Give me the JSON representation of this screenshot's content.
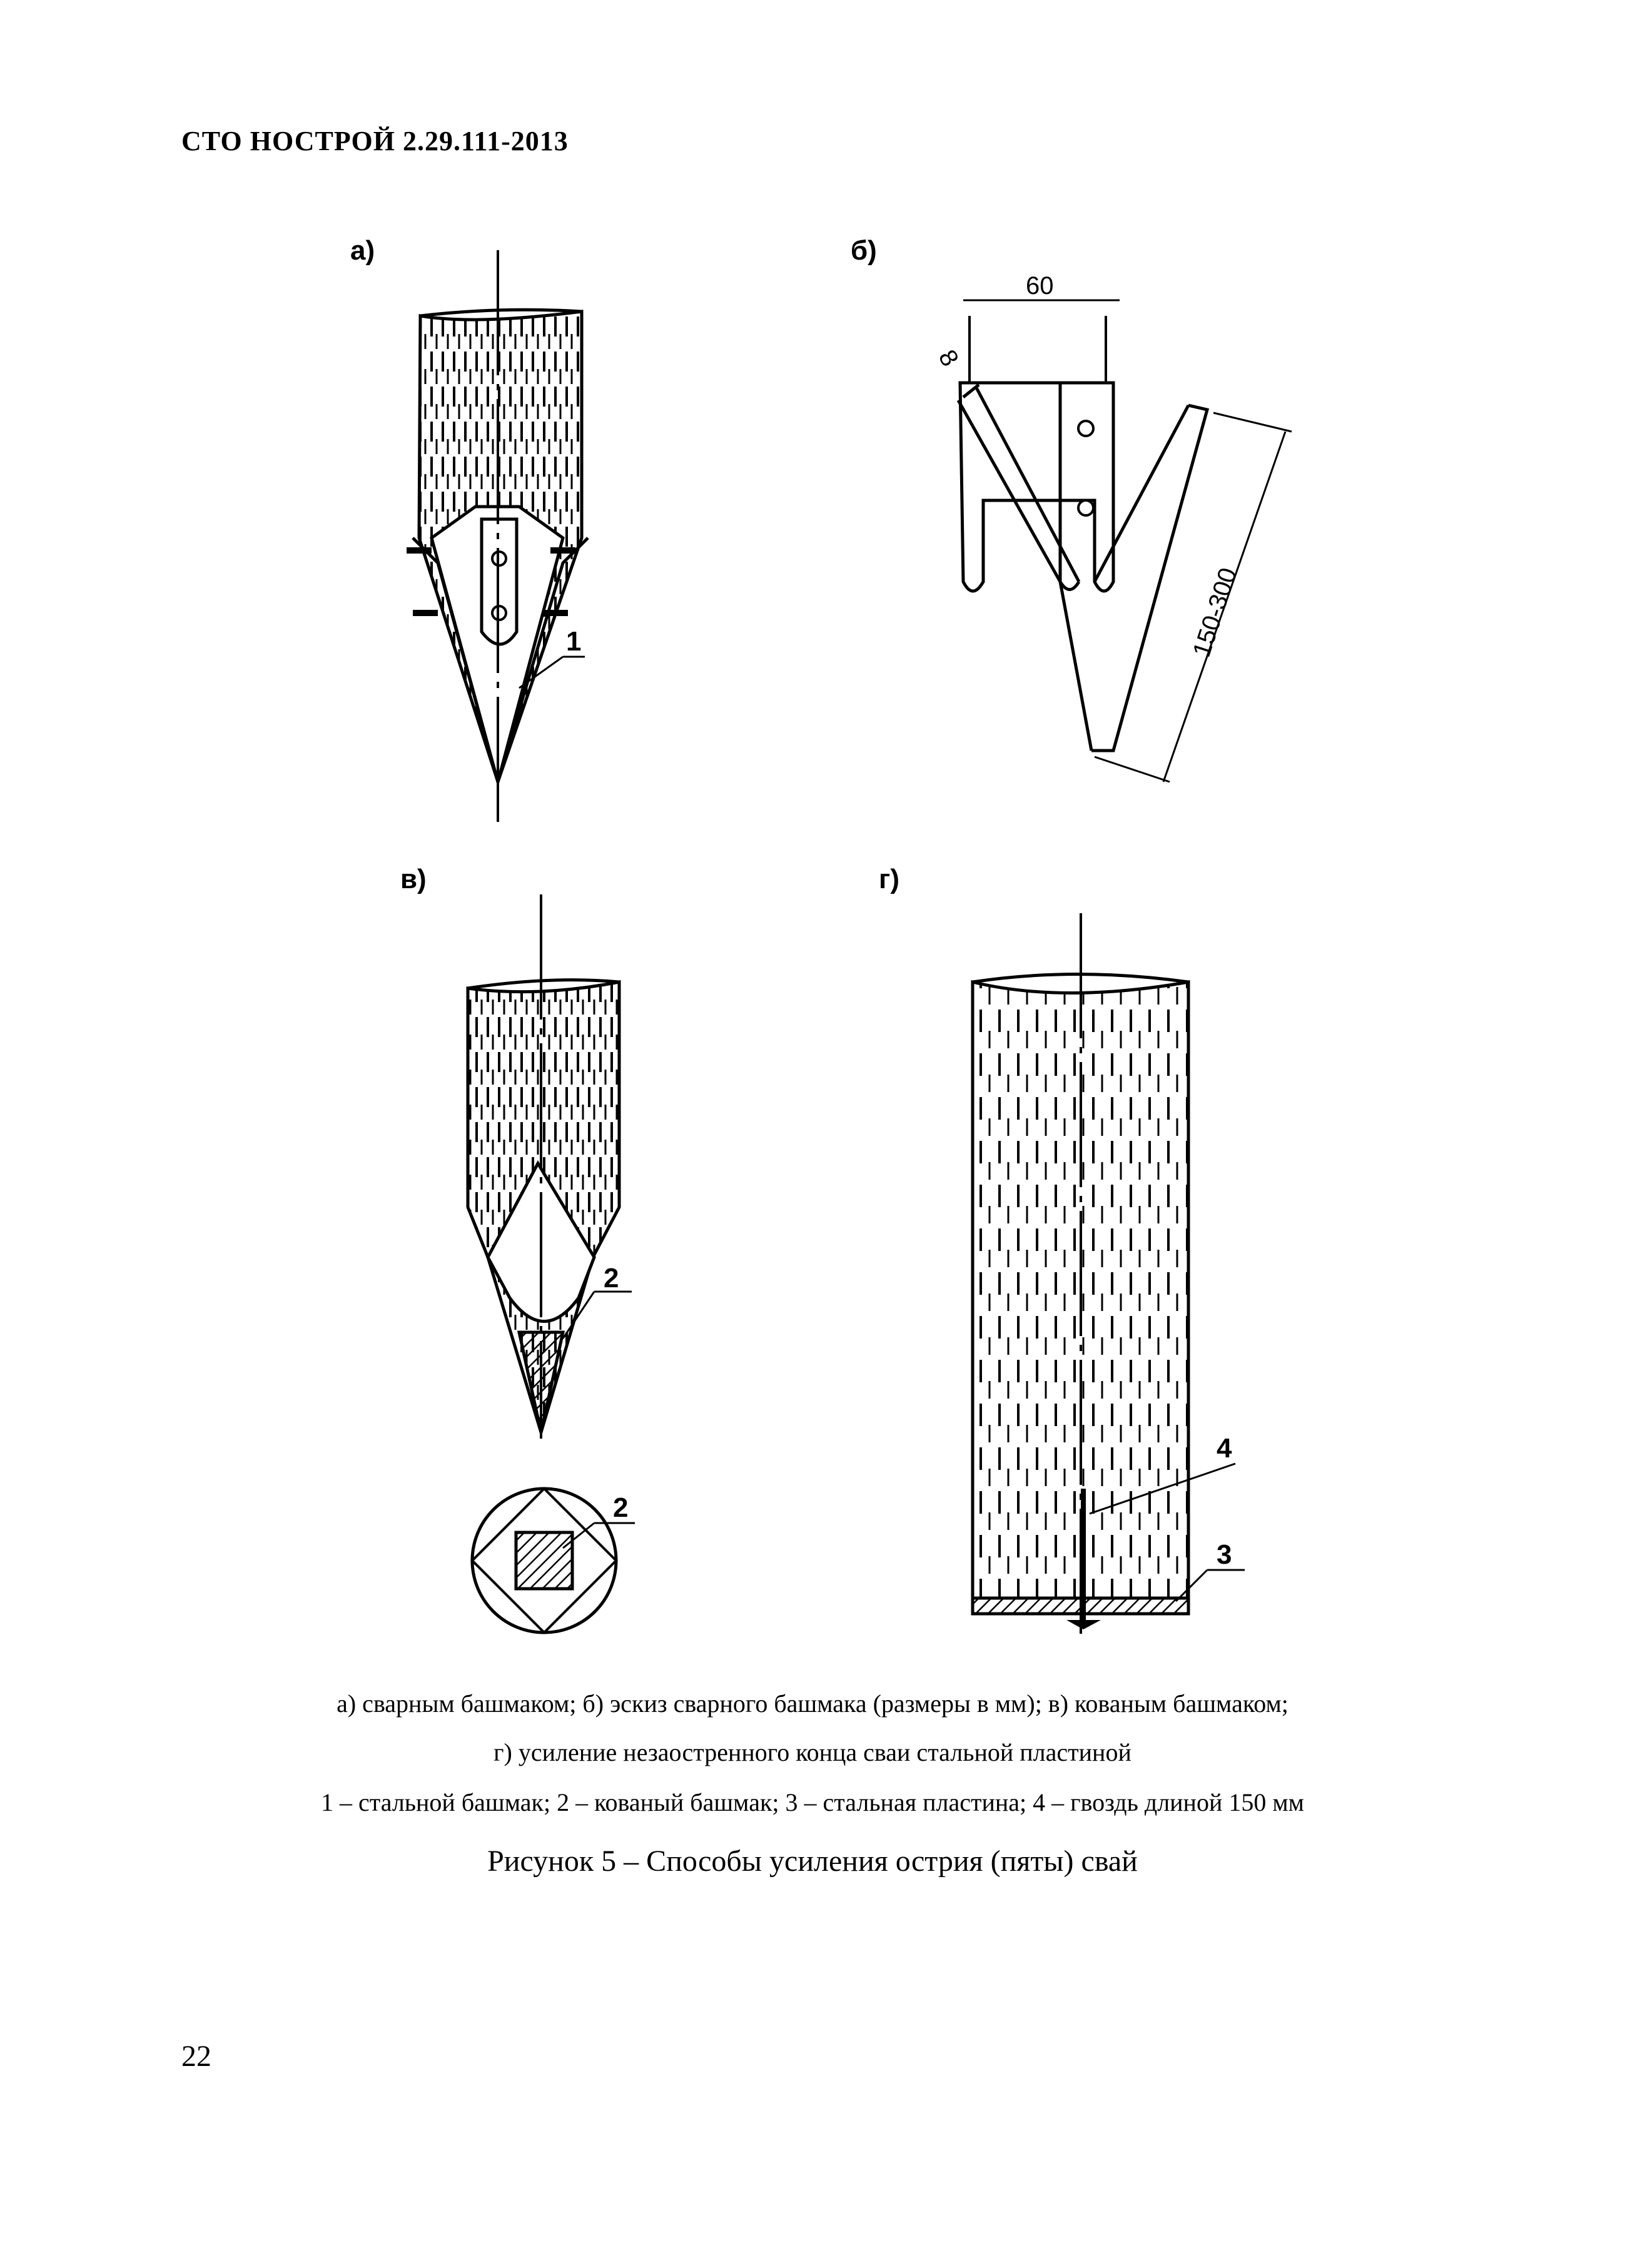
{
  "header": {
    "code": "СТО НОСТРОЙ 2.29.111-2013"
  },
  "figure": {
    "panels": {
      "a": "а)",
      "b": "б)",
      "v": "в)",
      "g": "г)"
    },
    "callouts": {
      "c1": "1",
      "c2a": "2",
      "c2b": "2",
      "c3": "3",
      "c4": "4"
    },
    "dimensions": {
      "width_top": "60",
      "thickness": "8",
      "length": "150-300"
    }
  },
  "caption": {
    "line1": "а) сварным башмаком; б) эскиз сварного башмака (размеры в мм); в) кованым башмаком;",
    "line2": "г) усиление незаостренного конца сваи стальной пластиной",
    "line3": "1 – стальной башмак; 2 – кованый башмак; 3 – стальная пластина; 4 – гвоздь длиной 150 мм"
  },
  "title": "Рисунок 5 – Способы усиления острия (пяты) свай",
  "page_number": "22"
}
